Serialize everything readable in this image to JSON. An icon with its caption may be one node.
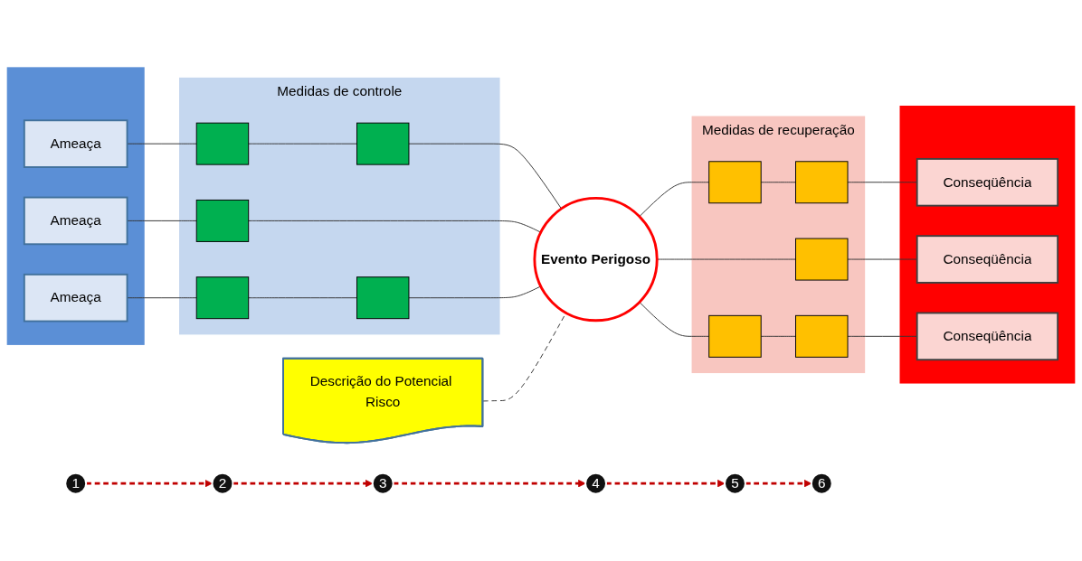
{
  "diagram": {
    "nodes": [
      {
        "text": [],
        "shape": "band"
      },
      {
        "text": [
          "Ameaça"
        ],
        "in": 0
      },
      {
        "text": [
          "Ameaça"
        ],
        "in": 0
      },
      {
        "text": [
          "Ameaça"
        ],
        "in": 0
      },
      {
        "text": [
          "Medidas de controle"
        ]
      },
      {
        "text": [],
        "shape": "bar",
        "in": 4
      },
      {
        "text": [],
        "shape": "bar",
        "in": 4
      },
      {
        "text": [],
        "shape": "bar",
        "in": 4
      },
      {
        "text": [],
        "shape": "bar",
        "in": 4
      },
      {
        "text": [],
        "shape": "bar",
        "in": 4
      },
      {
        "text": [
          "Descrição do Potencial Risco"
        ]
      },
      {
        "text": [
          "Evento Perigoso"
        ]
      },
      {
        "text": [
          "Medidas de recuperação"
        ]
      },
      {
        "text": [],
        "shape": "bar",
        "in": 12
      },
      {
        "text": [],
        "shape": "bar",
        "in": 12
      },
      {
        "text": [],
        "shape": "bar",
        "in": 12
      },
      {
        "text": [],
        "shape": "bar",
        "in": 12
      },
      {
        "text": [],
        "shape": "bar",
        "in": 12
      },
      {
        "text": [],
        "shape": "band"
      },
      {
        "text": [
          "Conseqüência"
        ],
        "in": 18
      },
      {
        "text": [
          "Conseqüência"
        ],
        "in": 18
      },
      {
        "text": [
          "Conseqüência"
        ],
        "in": 18
      },
      {
        "text": [
          "1"
        ]
      },
      {
        "text": [
          "2"
        ]
      },
      {
        "text": [
          "3"
        ]
      },
      {
        "text": [
          "4"
        ]
      },
      {
        "text": [
          "5"
        ]
      },
      {
        "text": [
          "6"
        ]
      }
    ],
    "edges": [
      {
        "from": 1,
        "to": 5,
        "arrow": "none"
      },
      {
        "from": 5,
        "to": 6,
        "arrow": "none"
      },
      {
        "from": 6,
        "to": 11,
        "arrow": "none"
      },
      {
        "from": 2,
        "to": 7,
        "arrow": "none"
      },
      {
        "from": 7,
        "to": 11,
        "arrow": "none"
      },
      {
        "from": 3,
        "to": 8,
        "arrow": "none"
      },
      {
        "from": 8,
        "to": 9,
        "arrow": "none"
      },
      {
        "from": 9,
        "to": 11,
        "arrow": "none"
      },
      {
        "from": 11,
        "to": 13,
        "arrow": "none"
      },
      {
        "from": 13,
        "to": 14,
        "arrow": "none"
      },
      {
        "from": 14,
        "to": 19,
        "arrow": "none"
      },
      {
        "from": 11,
        "to": 15,
        "arrow": "none"
      },
      {
        "from": 15,
        "to": 20,
        "arrow": "none"
      },
      {
        "from": 11,
        "to": 16,
        "arrow": "none"
      },
      {
        "from": 16,
        "to": 17,
        "arrow": "none"
      },
      {
        "from": 17,
        "to": 21,
        "arrow": "none"
      },
      {
        "from": 10,
        "to": 11,
        "arrow": "none",
        "style": "dashed"
      },
      {
        "from": 22,
        "to": 23,
        "arrow": "to",
        "style": "dashed",
        "color": "#c00000"
      },
      {
        "from": 23,
        "to": 24,
        "arrow": "to",
        "style": "dashed",
        "color": "#c00000"
      },
      {
        "from": 24,
        "to": 25,
        "arrow": "to",
        "style": "dashed",
        "color": "#c00000"
      },
      {
        "from": 25,
        "to": 26,
        "arrow": "to",
        "style": "dashed",
        "color": "#c00000"
      },
      {
        "from": 26,
        "to": 27,
        "arrow": "to",
        "style": "dashed",
        "color": "#c00000"
      }
    ]
  }
}
